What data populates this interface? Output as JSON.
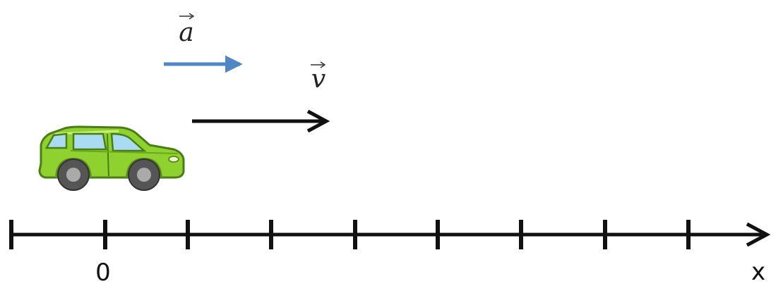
{
  "labels": {
    "acceleration": "a",
    "velocity": "v",
    "origin": "0",
    "axis": "x"
  },
  "colors": {
    "acceleration_arrow": "#4f86c6",
    "velocity_arrow": "#111111",
    "axis": "#111111",
    "car_body": "#8fd12f",
    "car_outline": "#4a7d12",
    "car_window": "#a9dbf2",
    "tire": "#555555"
  },
  "icons": {
    "vehicle": "car-icon"
  }
}
